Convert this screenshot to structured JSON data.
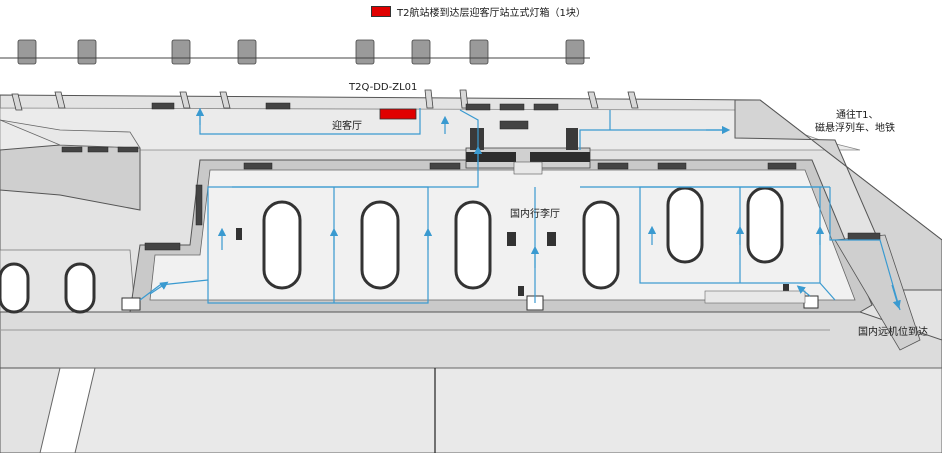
{
  "legend": {
    "text": "T2航站楼到达层迎客厅站立式灯箱（1块）",
    "swatch_color": "#e00000"
  },
  "markers": [
    {
      "code": "T2Q-DD-ZL01",
      "color": "#e00000"
    }
  ],
  "areas": {
    "greeting_hall": "迎客厅",
    "baggage_hall": "国内行李厅",
    "to_t1": "通往T1、",
    "maglev_metro": "磁悬浮列车、地铁",
    "remote_arrival": "国内远机位到达"
  },
  "colors": {
    "route": "#3a9ad0",
    "floor": "#d9d9d9",
    "wall": "#b8b8b8",
    "edge": "#555555",
    "carousel": "#ffffff",
    "sign_box": "#444444"
  }
}
